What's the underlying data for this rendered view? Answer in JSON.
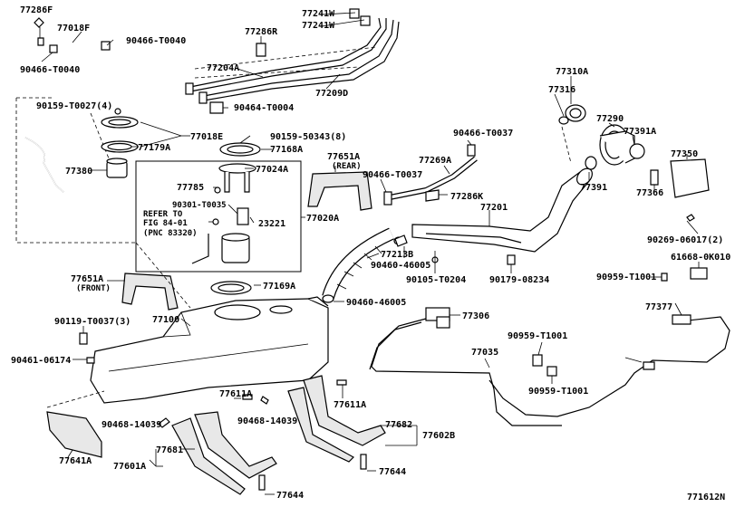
{
  "figure_id": "771612N",
  "callouts": [
    {
      "id": "c01",
      "text": "77286F"
    },
    {
      "id": "c02",
      "text": "77018F"
    },
    {
      "id": "c03",
      "text": "90466-T0040"
    },
    {
      "id": "c04",
      "text": "90466-T0040"
    },
    {
      "id": "c05",
      "text": "77241W"
    },
    {
      "id": "c06",
      "text": "77241W"
    },
    {
      "id": "c07",
      "text": "77286R"
    },
    {
      "id": "c08",
      "text": "77204A"
    },
    {
      "id": "c09",
      "text": "77209D"
    },
    {
      "id": "c10",
      "text": "90464-T0004"
    },
    {
      "id": "c11",
      "text": "90159-T0027(4)"
    },
    {
      "id": "c12",
      "text": "77018E"
    },
    {
      "id": "c13",
      "text": "77179A"
    },
    {
      "id": "c14",
      "text": "90159-50343(8)"
    },
    {
      "id": "c15",
      "text": "77168A"
    },
    {
      "id": "c16",
      "text": "77380"
    },
    {
      "id": "c17",
      "text": "77024A"
    },
    {
      "id": "c18",
      "text": "77785"
    },
    {
      "id": "c19",
      "text": "90301-T0035"
    },
    {
      "id": "c20",
      "text": "REFER TO"
    },
    {
      "id": "c21",
      "text": "FIG 84-01"
    },
    {
      "id": "c22",
      "text": "(PNC 83320)"
    },
    {
      "id": "c23",
      "text": "23221"
    },
    {
      "id": "c24",
      "text": "77020A"
    },
    {
      "id": "c25",
      "text": "77651A"
    },
    {
      "id": "c26",
      "text": "(REAR)"
    },
    {
      "id": "c27",
      "text": "77651A"
    },
    {
      "id": "c28",
      "text": "(FRONT)"
    },
    {
      "id": "c29",
      "text": "77169A"
    },
    {
      "id": "c30",
      "text": "77100"
    },
    {
      "id": "c31",
      "text": "90119-T0037(3)"
    },
    {
      "id": "c32",
      "text": "90461-06174"
    },
    {
      "id": "c33",
      "text": "90466-T0037"
    },
    {
      "id": "c34",
      "text": "90466-T0037"
    },
    {
      "id": "c35",
      "text": "77269A"
    },
    {
      "id": "c36",
      "text": "77286K"
    },
    {
      "id": "c37",
      "text": "77201"
    },
    {
      "id": "c38",
      "text": "90460-46005"
    },
    {
      "id": "c39",
      "text": "90105-T0204"
    },
    {
      "id": "c40",
      "text": "90179-08234"
    },
    {
      "id": "c41",
      "text": "77213B"
    },
    {
      "id": "c42",
      "text": "90460-46005"
    },
    {
      "id": "c43",
      "text": "77306"
    },
    {
      "id": "c44",
      "text": "77310A"
    },
    {
      "id": "c45",
      "text": "77316"
    },
    {
      "id": "c46",
      "text": "77290"
    },
    {
      "id": "c47",
      "text": "77391A"
    },
    {
      "id": "c48",
      "text": "77391"
    },
    {
      "id": "c49",
      "text": "77350"
    },
    {
      "id": "c50",
      "text": "77366"
    },
    {
      "id": "c51",
      "text": "90269-06017(2)"
    },
    {
      "id": "c52",
      "text": "61668-0K010"
    },
    {
      "id": "c53",
      "text": "90959-T1001"
    },
    {
      "id": "c54",
      "text": "77377"
    },
    {
      "id": "c55",
      "text": "90959-T1001"
    },
    {
      "id": "c56",
      "text": "77035"
    },
    {
      "id": "c57",
      "text": "90959-T1001"
    },
    {
      "id": "c58",
      "text": "77611A"
    },
    {
      "id": "c59",
      "text": "77611A"
    },
    {
      "id": "c60",
      "text": "90468-14039"
    },
    {
      "id": "c61",
      "text": "90468-14039"
    },
    {
      "id": "c62",
      "text": "77682"
    },
    {
      "id": "c63",
      "text": "77602B"
    },
    {
      "id": "c64",
      "text": "77681"
    },
    {
      "id": "c65",
      "text": "77601A"
    },
    {
      "id": "c66",
      "text": "77641A"
    },
    {
      "id": "c67",
      "text": "77644"
    },
    {
      "id": "c68",
      "text": "77644"
    }
  ]
}
